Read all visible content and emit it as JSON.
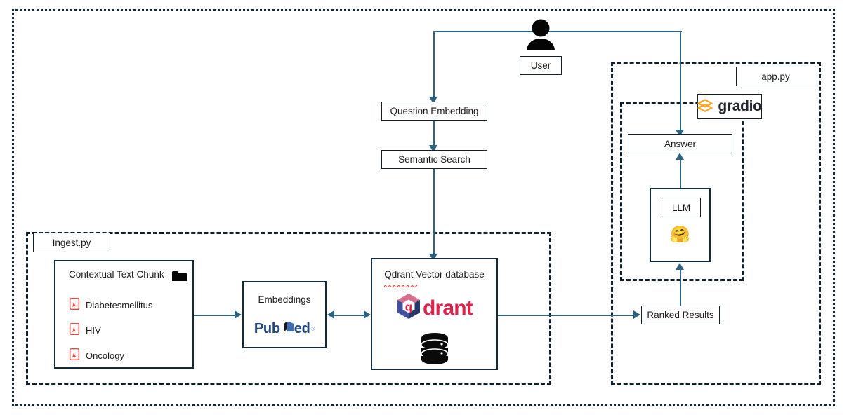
{
  "diagram": {
    "title": "RAG pipeline architecture",
    "colors": {
      "arrow": "#2b6382",
      "border_dark": "#12293a",
      "pdf_red": "#e8453c",
      "qdrant_red": "#dc244b",
      "pubmed_blue": "#21497d",
      "gradio_orange": "#f5a623"
    }
  },
  "actor": {
    "icon": "user-icon",
    "label": "User"
  },
  "query_flow": {
    "question_embedding": "Question Embedding",
    "semantic_search": "Semantic Search"
  },
  "ingest": {
    "module_label": "Ingest.py",
    "chunk": {
      "title": "Contextual Text Chunk",
      "folder_icon": "folder-icon",
      "documents": [
        {
          "icon": "pdf-icon",
          "name": "Diabetesmellitus"
        },
        {
          "icon": "pdf-icon",
          "name": "HIV"
        },
        {
          "icon": "pdf-icon",
          "name": "Oncology"
        }
      ]
    },
    "embeddings": {
      "title": "Embeddings",
      "logo": "pubmed-logo",
      "logo_text_a": "Pub",
      "logo_text_b": "ed",
      "logo_registered": "®"
    },
    "vector_db": {
      "title": "Qdrant Vector database",
      "title_misspelled_word": "Qdrant",
      "logo": "qdrant-logo",
      "logo_text": "drant",
      "db_icon": "database-icon"
    }
  },
  "app": {
    "module_label": "app.py",
    "ui": {
      "logo": "gradio-logo",
      "logo_text": "gradio"
    },
    "answer": "Answer",
    "llm": {
      "box_label": "LLM",
      "emoji": "🤗",
      "emoji_name": "hugging-face-emoji"
    },
    "ranked_results": "Ranked Results"
  }
}
